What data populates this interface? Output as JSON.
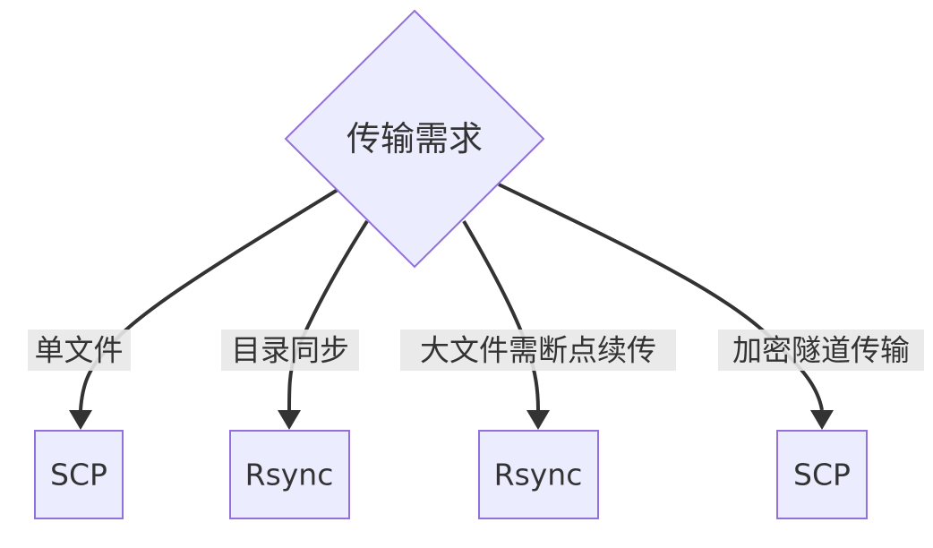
{
  "diagram": {
    "decision": {
      "label": "传输需求"
    },
    "branches": [
      {
        "edge_label": "单文件",
        "target": "SCP"
      },
      {
        "edge_label": "目录同步",
        "target": "Rsync"
      },
      {
        "edge_label": "大文件需断点续传",
        "target": "Rsync"
      },
      {
        "edge_label": "加密隧道传输",
        "target": "SCP"
      }
    ]
  },
  "colors": {
    "node_fill": "#ECECFF",
    "node_stroke": "#9370DB",
    "edge": "#333333",
    "label_background": "#e8e8e8",
    "text": "#333333"
  }
}
